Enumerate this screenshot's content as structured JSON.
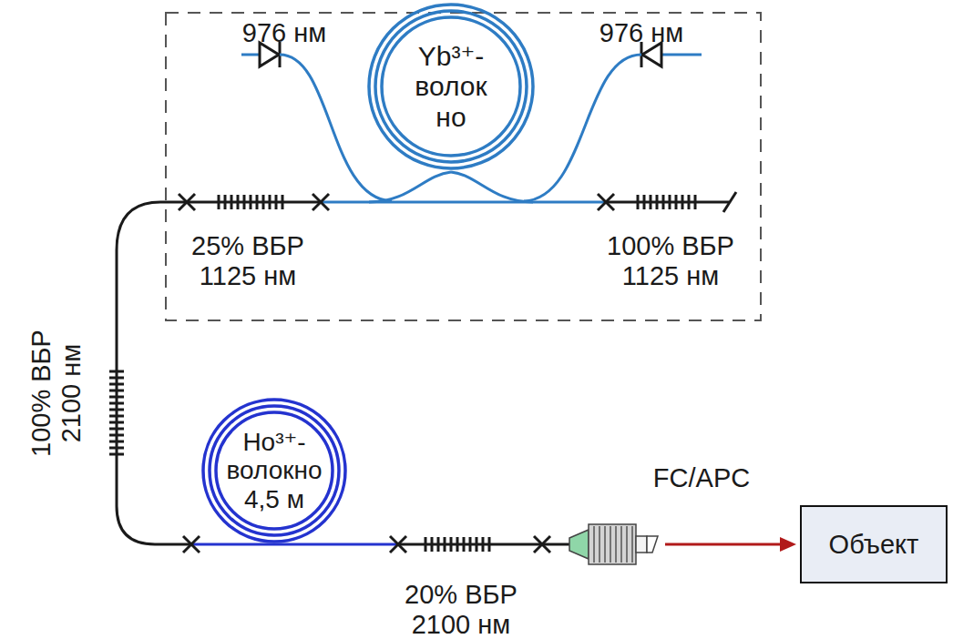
{
  "diagram": {
    "nodes": [
      {
        "text": [
          "Yb³⁺- волок но"
        ]
      },
      {
        "text": [
          "Ho³⁺- волокно",
          "4,5 м"
        ]
      },
      {
        "text": [
          "Объект"
        ]
      }
    ],
    "labels": [
      "976 нм",
      "976 нм",
      "25% ВБР 1125 нм",
      "100% ВБР 1125 нм",
      "100% ВБР 2100 нм",
      "20% ВБР 2100 нм",
      "FC/APC"
    ]
  }
}
